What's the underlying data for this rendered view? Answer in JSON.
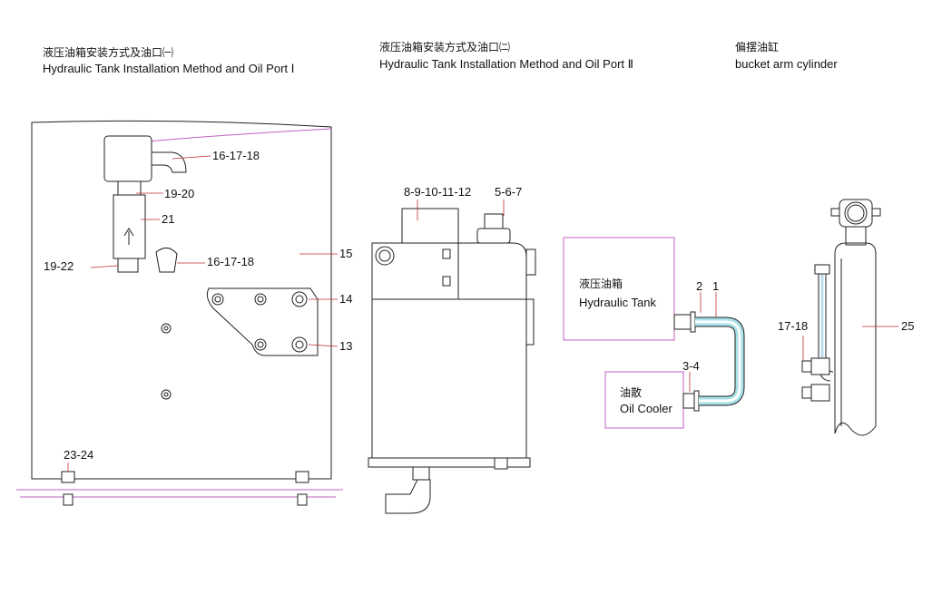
{
  "sections": [
    {
      "title_cn": "液压油箱安装方式及油口㈠",
      "title_en": "Hydraulic Tank Installation Method and Oil Port Ⅰ"
    },
    {
      "title_cn": "液压油箱安装方式及油口㈡",
      "title_en": "Hydraulic Tank Installation Method and Oil Port Ⅱ"
    },
    {
      "title_cn": "偏摆油缸",
      "title_en": "bucket arm cylinder"
    }
  ],
  "panel1_labels": [
    "16-17-18",
    "19-20",
    "21",
    "19-22",
    "16-17-18",
    "15",
    "14",
    "13",
    "23-24"
  ],
  "panel2_labels": [
    "8-9-10-11-12",
    "5-6-7"
  ],
  "panel3": {
    "tank_cn": "液压油箱",
    "tank_en": "Hydraulic Tank",
    "cooler_cn": "油散",
    "cooler_en": "Oil Cooler",
    "labels": [
      "2",
      "1",
      "3-4"
    ]
  },
  "panel4_labels": [
    "17-18",
    "25"
  ],
  "colors": {
    "line": "#222222",
    "frame": "#c060c0",
    "hose": "#a8e0e8",
    "leader": "#c03030"
  }
}
